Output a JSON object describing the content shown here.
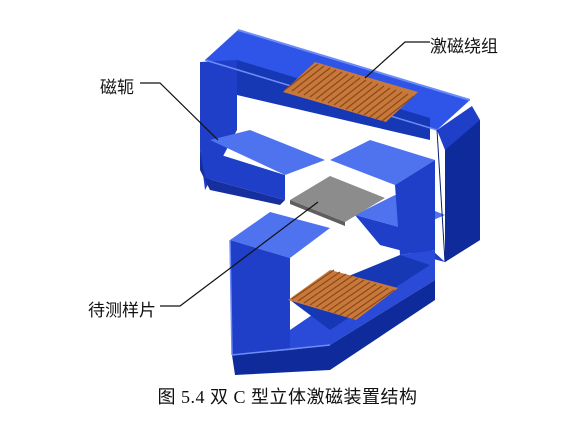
{
  "labels": {
    "excitation_winding": "激磁绕组",
    "yoke": "磁轭",
    "sample": "待测样片"
  },
  "caption": "图 5.4    双 C 型立体激磁装置结构",
  "colors": {
    "yoke_front": "#1f3fc8",
    "yoke_top": "#2f55e8",
    "yoke_side": "#0f2a9a",
    "yoke_highlight": "#5a7cf5",
    "coil": "#c8783a",
    "coil_dark": "#8a4a18",
    "sample": "#8c8c8c",
    "sample_dark": "#5e5e5e"
  }
}
